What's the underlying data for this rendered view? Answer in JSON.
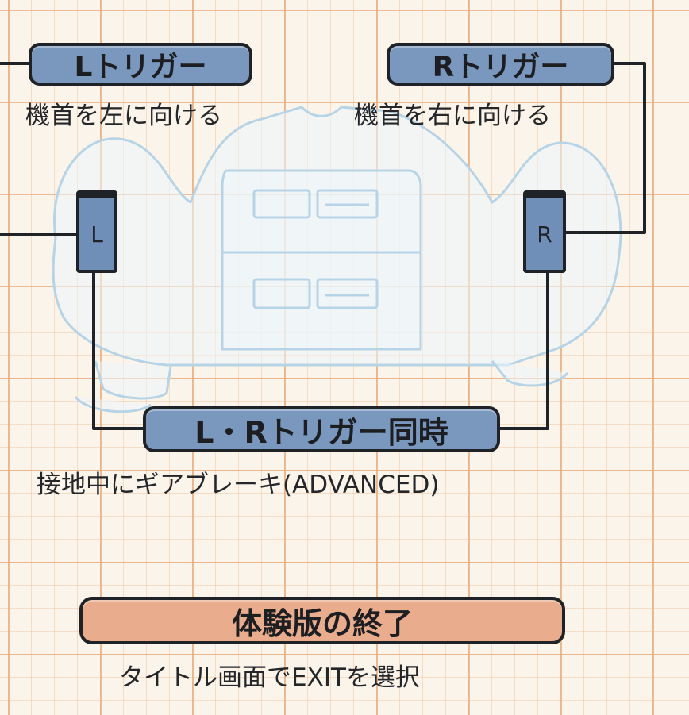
{
  "labels": {
    "l_trigger": "Lトリガー",
    "l_desc": "機首を左に向ける",
    "r_trigger": "Rトリガー",
    "r_desc": "機首を右に向ける",
    "l_button": "L",
    "r_button": "R",
    "lr_trigger": "L・Rトリガー同時",
    "lr_desc": "接地中にギアブレーキ(ADVANCED)",
    "end_title": "体験版の終了",
    "end_desc": "タイトル画面でEXITを選択"
  },
  "colors": {
    "pill_blue": "#7a97be",
    "pill_orange": "#e9ac8c",
    "grid": "#e8aa78",
    "background": "#fbf4ea",
    "controller_outline": "#b7d4e6"
  }
}
